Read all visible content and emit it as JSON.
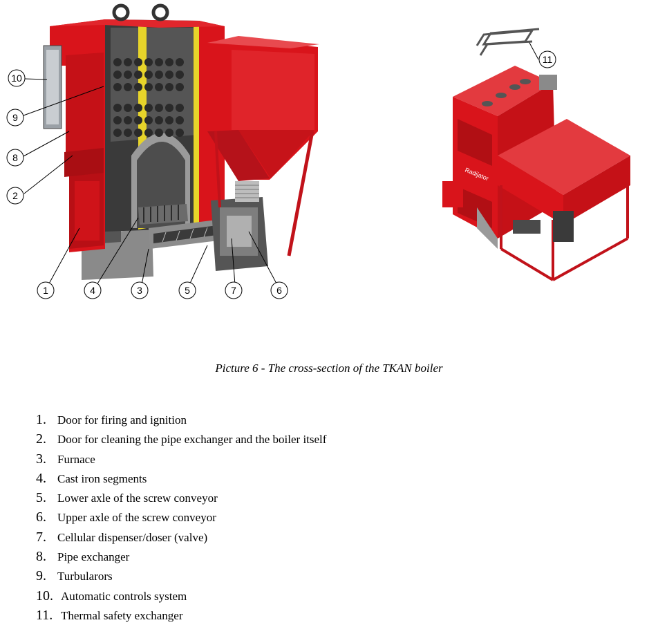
{
  "figure": {
    "brand_label": "Radijator",
    "callouts": [
      "1",
      "2",
      "3",
      "4",
      "5",
      "6",
      "7",
      "8",
      "9",
      "10",
      "11"
    ]
  },
  "caption": "Picture 6 - The cross-section of the TKAN boiler",
  "parts": [
    {
      "num": "1.",
      "text": "Door for firing and ignition"
    },
    {
      "num": "2.",
      "text": "Door for cleaning the pipe exchanger and the boiler itself"
    },
    {
      "num": "3.",
      "text": "Furnace"
    },
    {
      "num": "4.",
      "text": "Cast iron segments"
    },
    {
      "num": "5.",
      "text": "Lower axle of the screw conveyor"
    },
    {
      "num": "6.",
      "text": "Upper axle of the screw conveyor"
    },
    {
      "num": "7.",
      "text": "Cellular dispenser/doser (valve)"
    },
    {
      "num": "8.",
      "text": "Pipe exchanger"
    },
    {
      "num": "9.",
      "text": "Turbularors"
    },
    {
      "num": "10.",
      "text": "Automatic controls system"
    },
    {
      "num": "11.",
      "text": "Thermal safety exchanger"
    }
  ],
  "colors": {
    "body_red": "#d9141b",
    "dark_red": "#9e0d12",
    "steel": "#7a7a7a",
    "dark": "#2b2b2b",
    "yellow": "#e7d42a"
  }
}
